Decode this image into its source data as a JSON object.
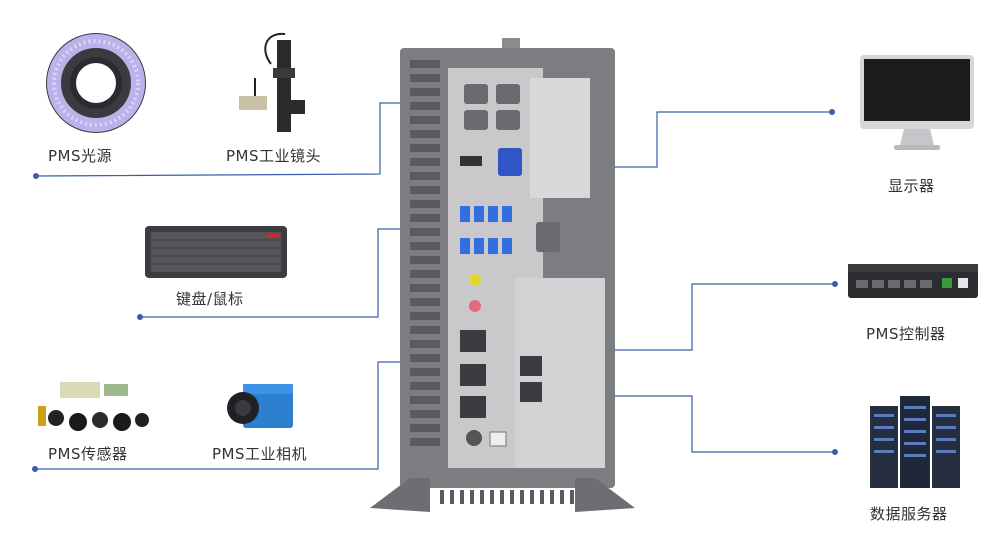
{
  "labels": {
    "light_source": "PMS光源",
    "industrial_lens": "PMS工业镜头",
    "keyboard_mouse": "键盘/鼠标",
    "sensor": "PMS传感器",
    "industrial_camera": "PMS工业相机",
    "display": "显示器",
    "controller": "PMS控制器",
    "data_server": "数据服务器"
  },
  "colors": {
    "connector_line": "#3a5ea8",
    "chassis": "#7c7d80",
    "chassis_dark": "#5a5b5e"
  }
}
